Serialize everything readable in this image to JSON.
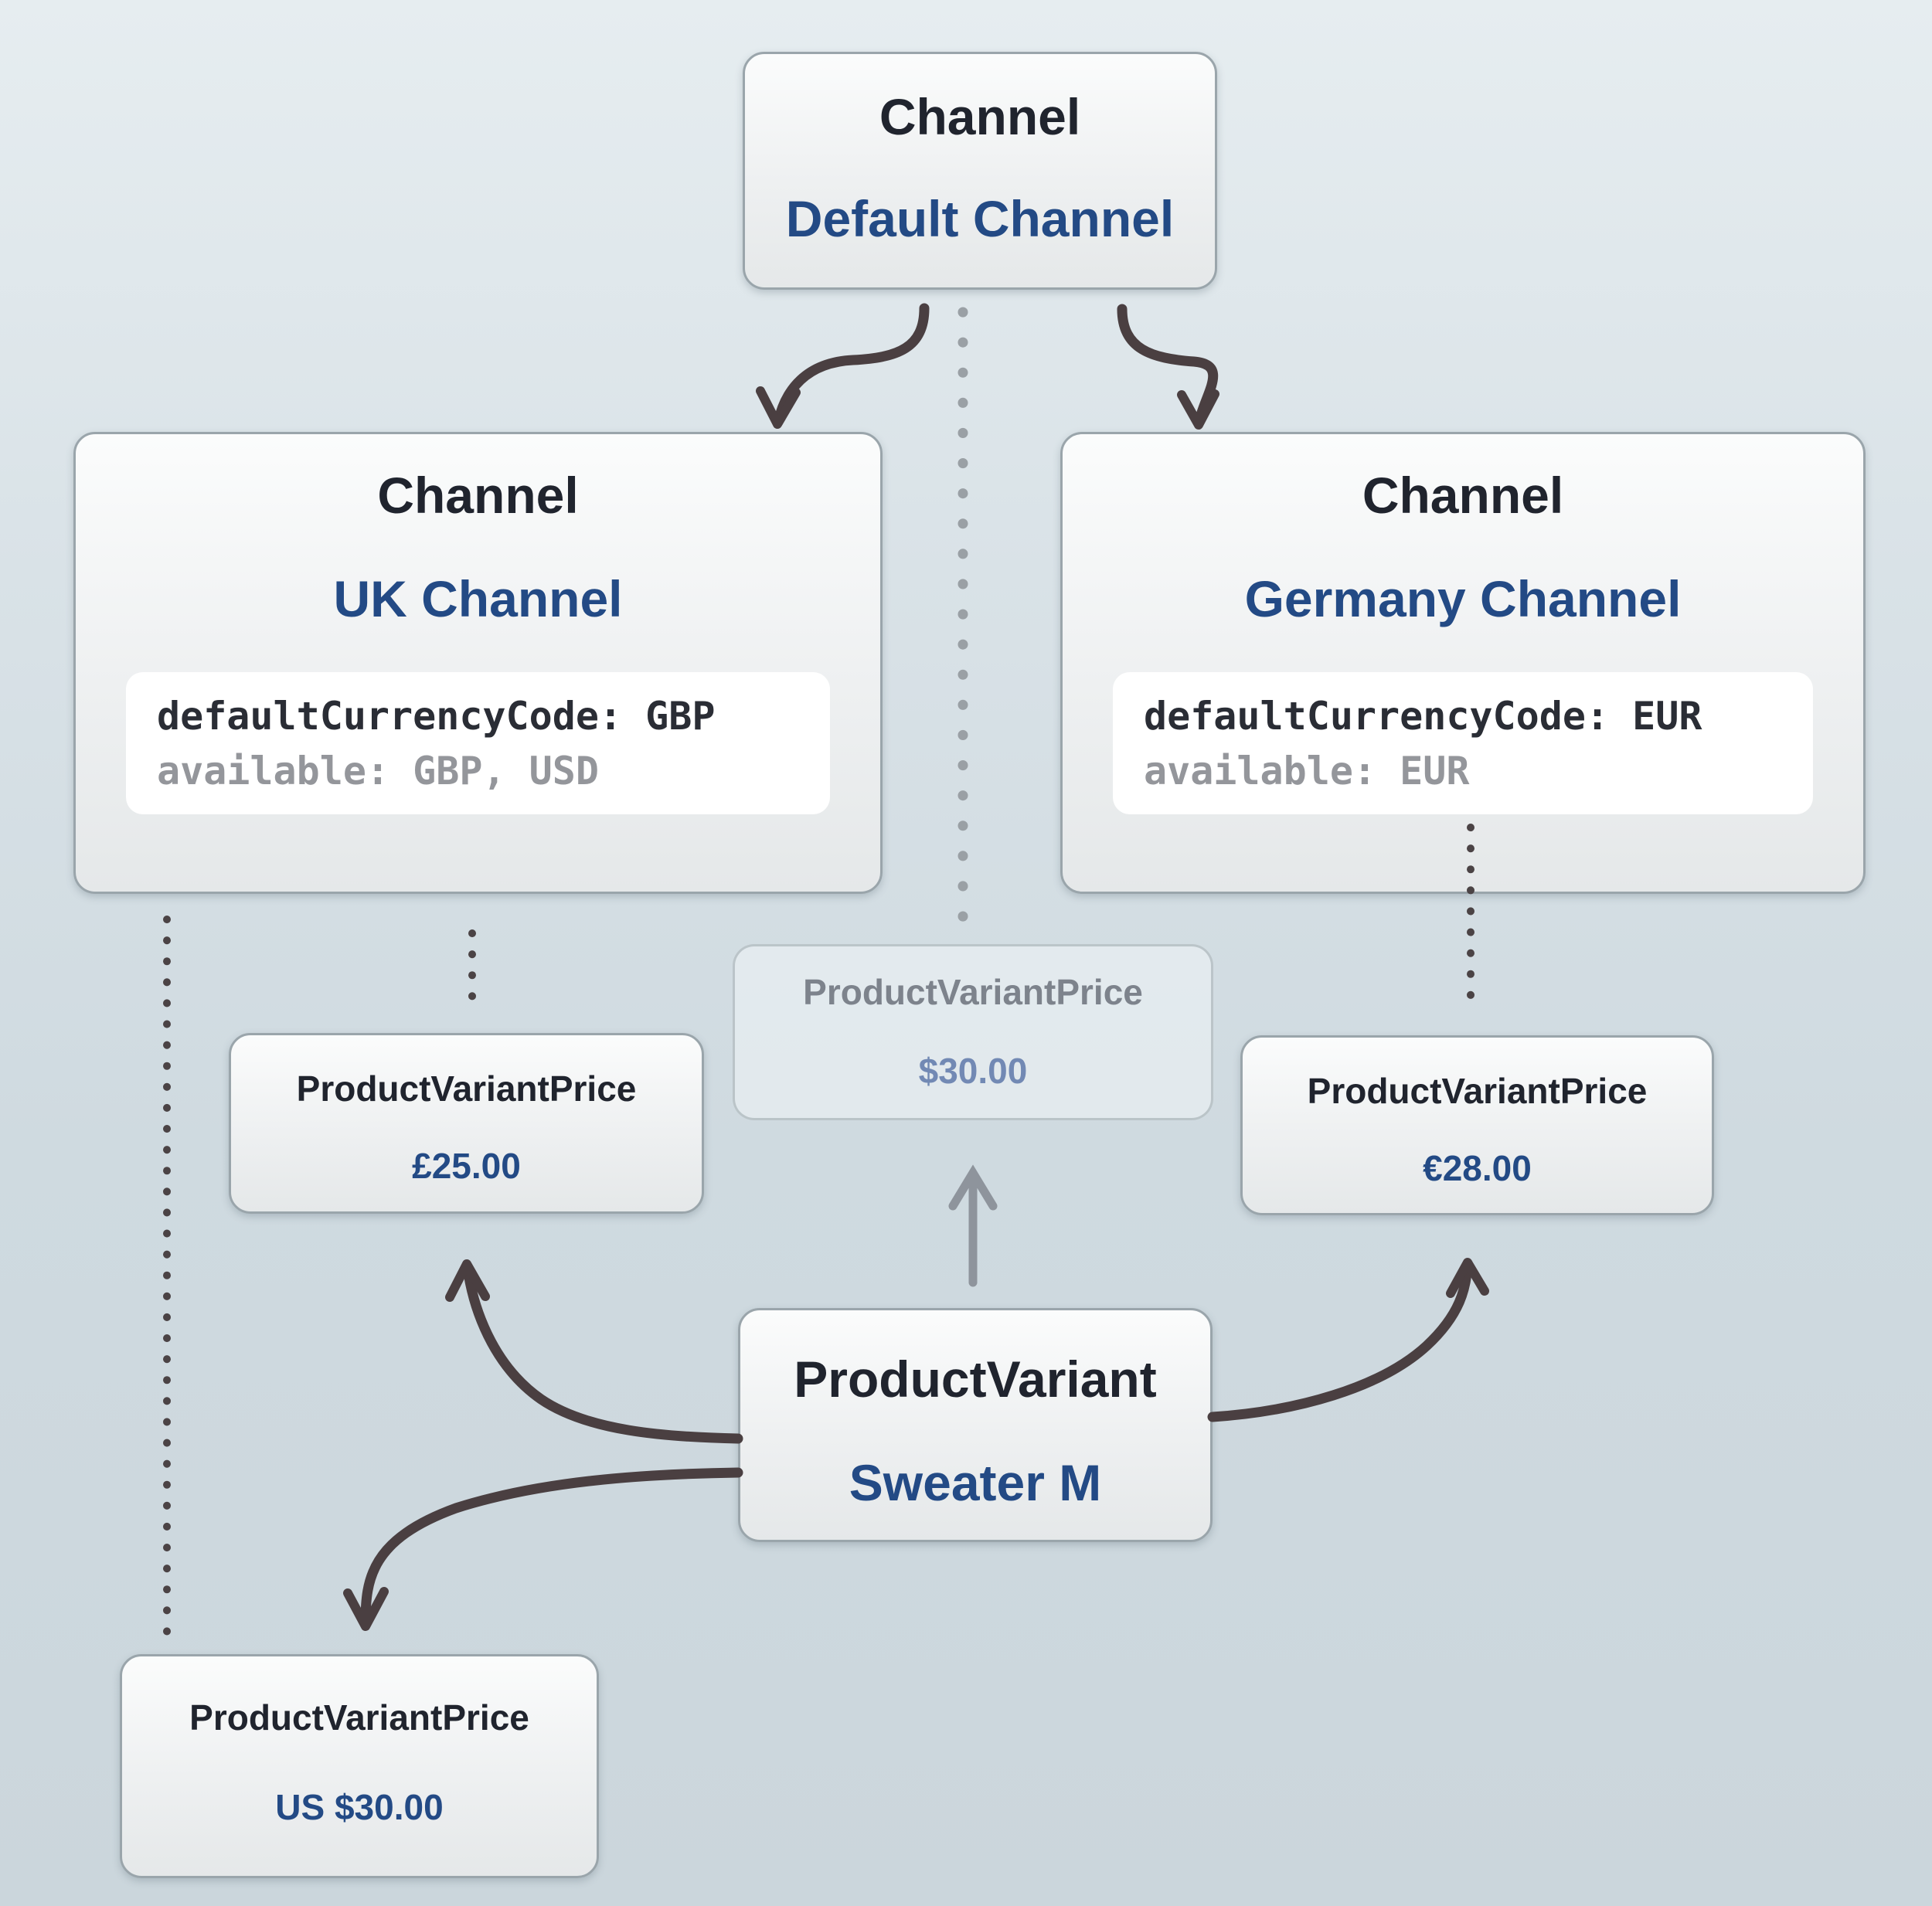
{
  "colors": {
    "background_top": "#e6edf0",
    "background_bottom": "#cbd6dc",
    "node_border": "#9aa5ab",
    "type_label_text": "#20242e",
    "accent_blue": "#234a85",
    "muted_label_text": "#7d838c",
    "muted_blue": "#7289b4",
    "code_primary": "#2a2d35",
    "code_secondary": "#94969b",
    "arrow_dark": "#4a3f41",
    "arrow_gray": "#8e949c",
    "dot_light": "#9aa0a5",
    "dot_dark": "#4b4345"
  },
  "nodes": {
    "default_channel": {
      "title": "Channel",
      "name": "Default Channel"
    },
    "uk_channel": {
      "title": "Channel",
      "name": "UK Channel",
      "code": {
        "line1": "defaultCurrencyCode: GBP",
        "line2": "available: GBP, USD"
      }
    },
    "germany_channel": {
      "title": "Channel",
      "name": "Germany Channel",
      "code": {
        "line1": "defaultCurrencyCode: EUR",
        "line2": "available: EUR"
      }
    },
    "default_price": {
      "title": "ProductVariantPrice",
      "value": "$30.00"
    },
    "uk_price": {
      "title": "ProductVariantPrice",
      "value": "£25.00"
    },
    "germany_price": {
      "title": "ProductVariantPrice",
      "value": "€28.00"
    },
    "us_price": {
      "title": "ProductVariantPrice",
      "value": "US $30.00"
    },
    "product_variant": {
      "title": "ProductVariant",
      "name": "Sweater M"
    }
  }
}
